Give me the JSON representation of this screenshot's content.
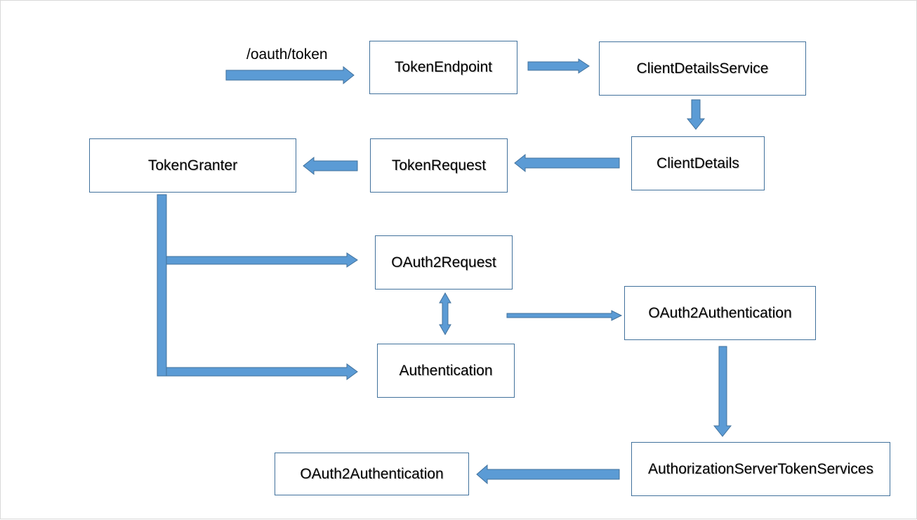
{
  "colors": {
    "arrow_fill": "#5b9bd5",
    "arrow_stroke": "#41719c",
    "box_border": "#41719c"
  },
  "labels": {
    "oauth_token": "/oauth/token"
  },
  "nodes": {
    "token_endpoint": "TokenEndpoint",
    "client_details_service": "ClientDetailsService",
    "client_details": "ClientDetails",
    "token_request": "TokenRequest",
    "token_granter": "TokenGranter",
    "oauth2_request": "OAuth2Request",
    "authentication": "Authentication",
    "oauth2_authentication": "OAuth2Authentication",
    "authorization_server_token_services": "AuthorizationServerTokenServices",
    "oauth2_authentication_result": "OAuth2Authentication"
  }
}
